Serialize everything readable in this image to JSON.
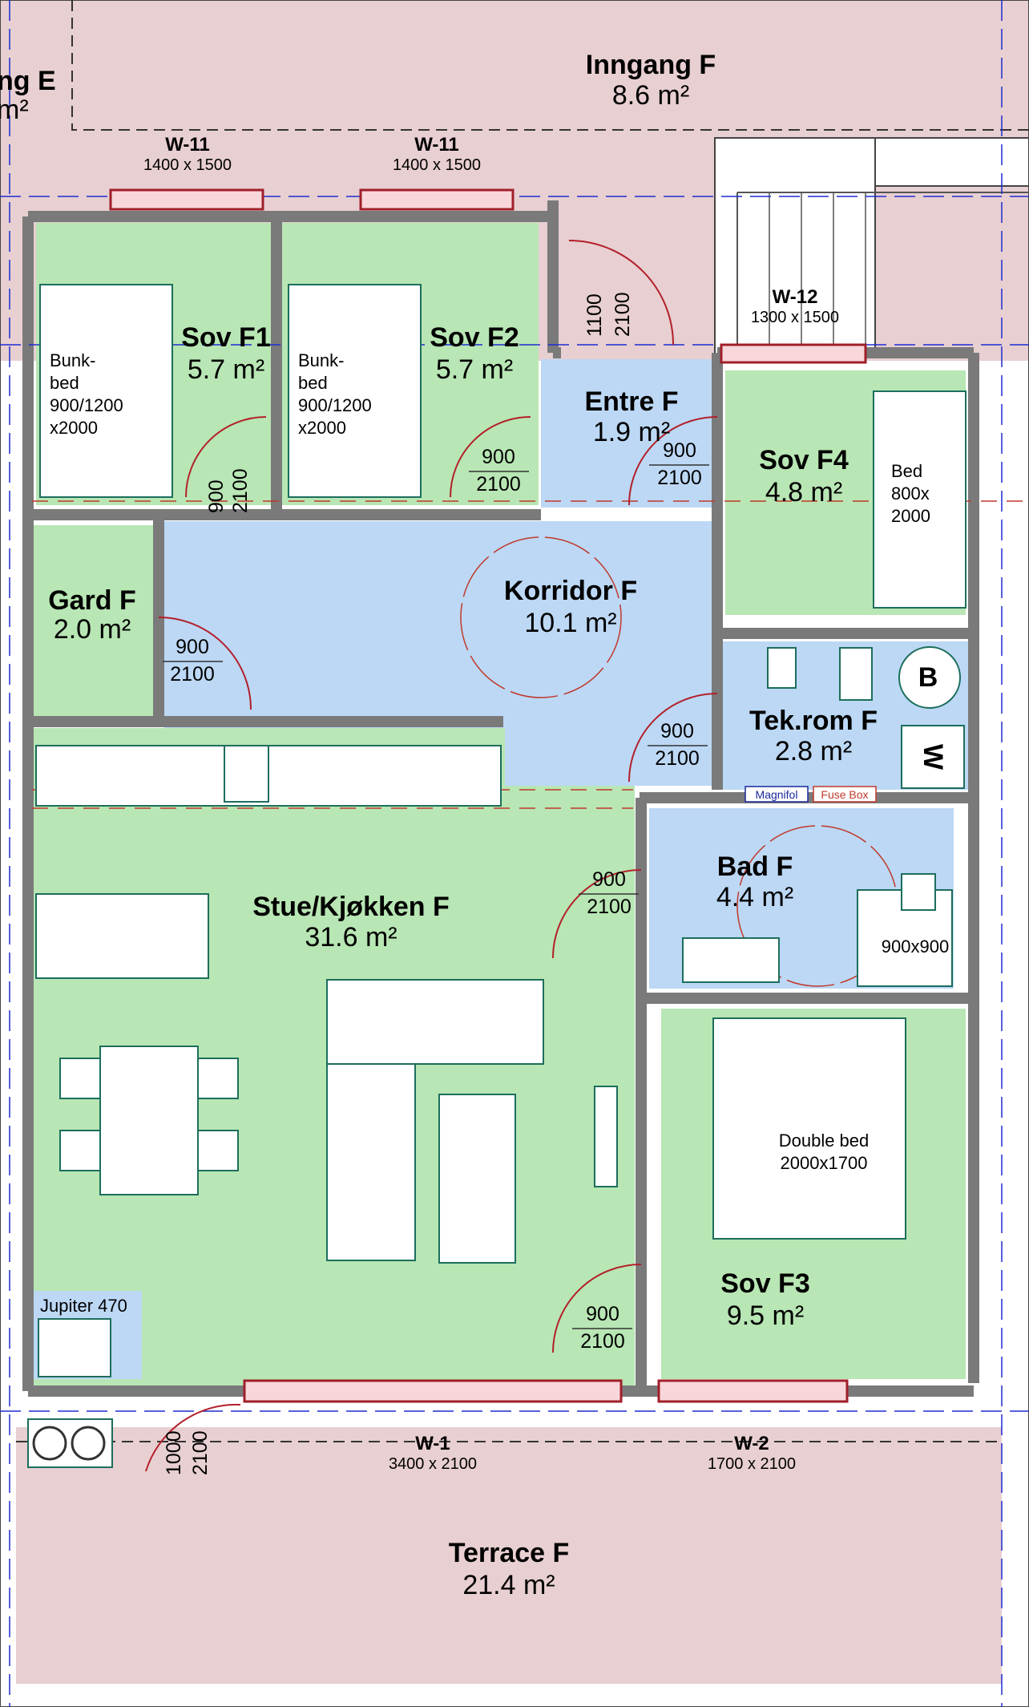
{
  "colors": {
    "terrace": "#e8cfd1",
    "dry_room": "#b8e6b4",
    "wet_room": "#bcd8f5",
    "wall": "#7a7a7a",
    "door_arc": "#b3202a",
    "grid": "#1d2bd1"
  },
  "rooms": {
    "inngang_e": {
      "name": "ng E",
      "area": "m²"
    },
    "inngang_f": {
      "name": "Inngang F",
      "area": "8.6 m²"
    },
    "sov_f1": {
      "name": "Sov F1",
      "area": "5.7 m²"
    },
    "sov_f2": {
      "name": "Sov F2",
      "area": "5.7 m²"
    },
    "entre_f": {
      "name": "Entre F",
      "area": "1.9 m²"
    },
    "sov_f4": {
      "name": "Sov F4",
      "area": "4.8 m²"
    },
    "gard_f": {
      "name": "Gard F",
      "area": "2.0 m²"
    },
    "korridor_f": {
      "name": "Korridor F",
      "area": "10.1 m²"
    },
    "tekrom_f": {
      "name": "Tek.rom F",
      "area": "2.8 m²"
    },
    "bad_f": {
      "name": "Bad F",
      "area": "4.4 m²"
    },
    "stue_f": {
      "name": "Stue/Kjøkken F",
      "area": "31.6 m²"
    },
    "sov_f3": {
      "name": "Sov F3",
      "area": "9.5 m²"
    },
    "terrace_f": {
      "name": "Terrace F",
      "area": "21.4 m²"
    }
  },
  "windows": {
    "w11a": {
      "name": "W-11",
      "dim": "1400 x 1500"
    },
    "w11b": {
      "name": "W-11",
      "dim": "1400 x 1500"
    },
    "w12": {
      "name": "W-12",
      "dim": "1300 x 1500"
    },
    "w1": {
      "name": "W-1",
      "dim": "3400 x 2100"
    },
    "w2": {
      "name": "W-2",
      "dim": "1700 x 2100"
    }
  },
  "doors": {
    "entry": {
      "w": "1100",
      "h": "2100"
    },
    "sov_f1": {
      "w": "900",
      "h": "2100"
    },
    "sov_f2": {
      "w": "900",
      "h": "2100"
    },
    "sov_f4": {
      "w": "900",
      "h": "2100"
    },
    "gard": {
      "w": "900",
      "h": "2100"
    },
    "tekrom": {
      "w": "900",
      "h": "2100"
    },
    "bad": {
      "w": "900",
      "h": "2100"
    },
    "sov_f3": {
      "w": "900",
      "h": "2100"
    },
    "terrace": {
      "w": "1000",
      "h": "2100"
    }
  },
  "furniture": {
    "bunk1": [
      "Bunk-",
      "bed",
      "900/1200",
      "x2000"
    ],
    "bunk2": [
      "Bunk-",
      "bed",
      "900/1200",
      "x2000"
    ],
    "bed_f4": [
      "Bed",
      "800x",
      "2000"
    ],
    "double_bed": [
      "Double bed",
      "2000x1700"
    ],
    "shower": "900x900",
    "boiler": "B",
    "washer": "W",
    "magnifol": "Magnifol",
    "fuse_box": "Fuse Box",
    "jupiter": "Jupiter 470"
  }
}
